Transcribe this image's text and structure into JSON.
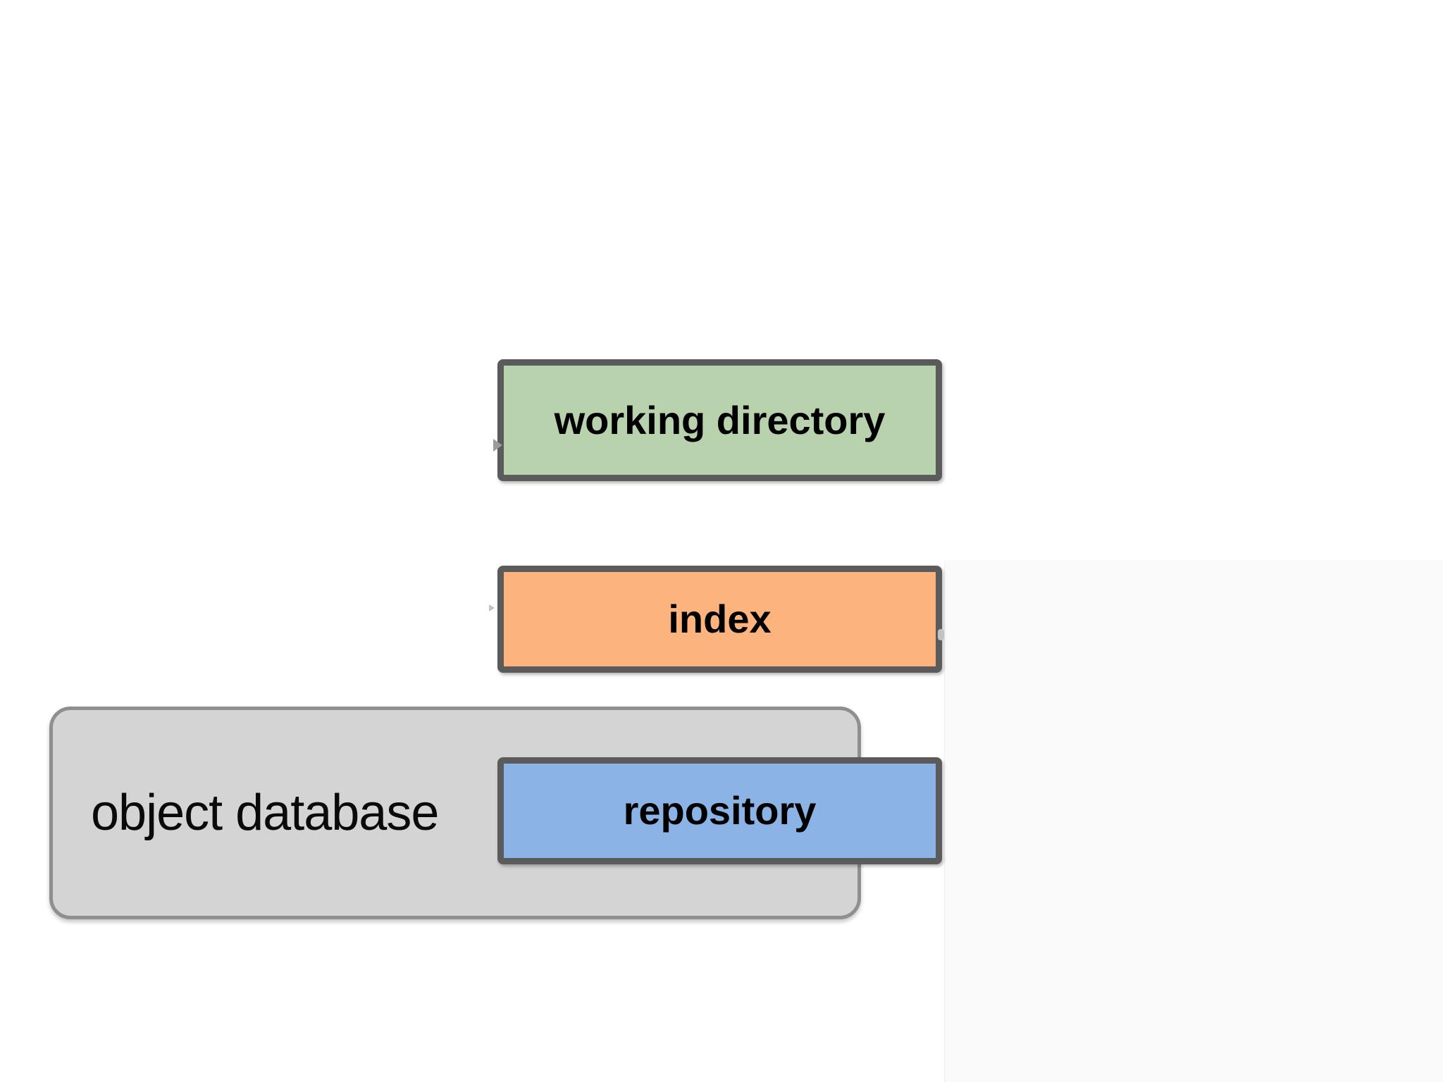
{
  "slide": {
    "background": "#ffffff",
    "side_panel_color": "#fafafa"
  },
  "boxes": {
    "working_directory": {
      "label": "working directory",
      "fill": "#b9d2ae",
      "border": "#5b5b5b",
      "text_color": "#000000"
    },
    "index": {
      "label": "index",
      "fill": "#fcb37e",
      "border": "#5b5b5b",
      "text_color": "#000000"
    },
    "repository": {
      "label": "repository",
      "fill": "#8cb3e6",
      "border": "#5b5b5b",
      "text_color": "#000000"
    },
    "object_database": {
      "label": "object database",
      "fill": "#d4d4d4",
      "border": "#8f8f8f",
      "text_color": "#0a0a0a"
    }
  },
  "artifacts": {
    "arrow_remnant_color": "#9b9b9b",
    "tiny_mark_color": "#8f8f8f",
    "nub_color": "#c2c2c2"
  }
}
